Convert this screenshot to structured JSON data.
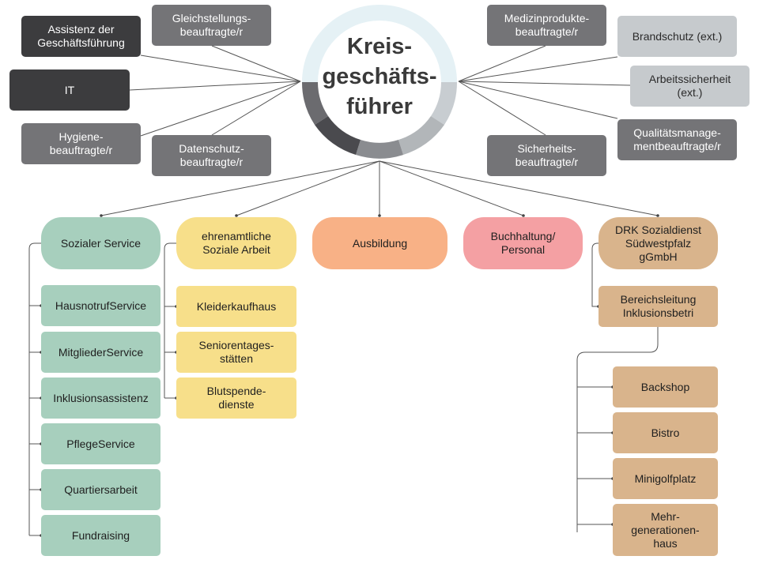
{
  "center": {
    "title": "Kreis-\ngeschäfts-\nführer"
  },
  "staff": {
    "assistenz": "Assistenz der\nGeschäftsführung",
    "it": "IT",
    "hygiene": "Hygiene-\nbeauftragte/r",
    "gleichstellung": "Gleichstellungs-\nbeauftragte/r",
    "datenschutz": "Datenschutz-\nbeauftragte/r",
    "medizinprodukte": "Medizinprodukte-\nbeauftragte/r",
    "sicherheit": "Sicherheits-\nbeauftragte/r",
    "brandschutz": "Brandschutz (ext.)",
    "arbeitssicherheit": "Arbeitssicherheit\n(ext.)",
    "qualitaet": "Qualitätsmanage-\nmentbeauftragte/r"
  },
  "departments": {
    "sozialer_service": "Sozialer  Service",
    "ehrenamt": "ehrenamtliche\nSoziale Arbeit",
    "ausbildung": "Ausbildung",
    "buchhaltung": "Buchhaltung/\nPersonal",
    "drk": "DRK Sozialdienst\nSüdwestpfalz\ngGmbH"
  },
  "sozialer_service_items": [
    "HausnotrufService",
    "MitgliederService",
    "Inklusionsassistenz",
    "PflegeService",
    "Quartiersarbeit",
    "Fundraising"
  ],
  "ehrenamt_items": [
    "Kleiderkaufhaus",
    "Seniorentages-\nstätten",
    "Blutspende-\ndienste"
  ],
  "drk_items": {
    "bereichsleitung": "Bereichsleitung\nInklusionsbetri",
    "sub": [
      "Backshop",
      "Bistro",
      "Minigolfplatz",
      "Mehr-\ngenerationen-\nhaus"
    ]
  },
  "colors": {
    "ring_light": "#e5f1f5",
    "ring_dark1": "#6b6b6f",
    "ring_dark2": "#4a4a4e",
    "ring_mid": "#8a8c90",
    "ring_grey": "#b2b6b9",
    "ring_pale": "#c8cdd1",
    "teal": "#a7cfbd",
    "yellow": "#f7df8a",
    "orange": "#f8b186",
    "pink": "#f4a0a3",
    "tan": "#d9b48c"
  }
}
